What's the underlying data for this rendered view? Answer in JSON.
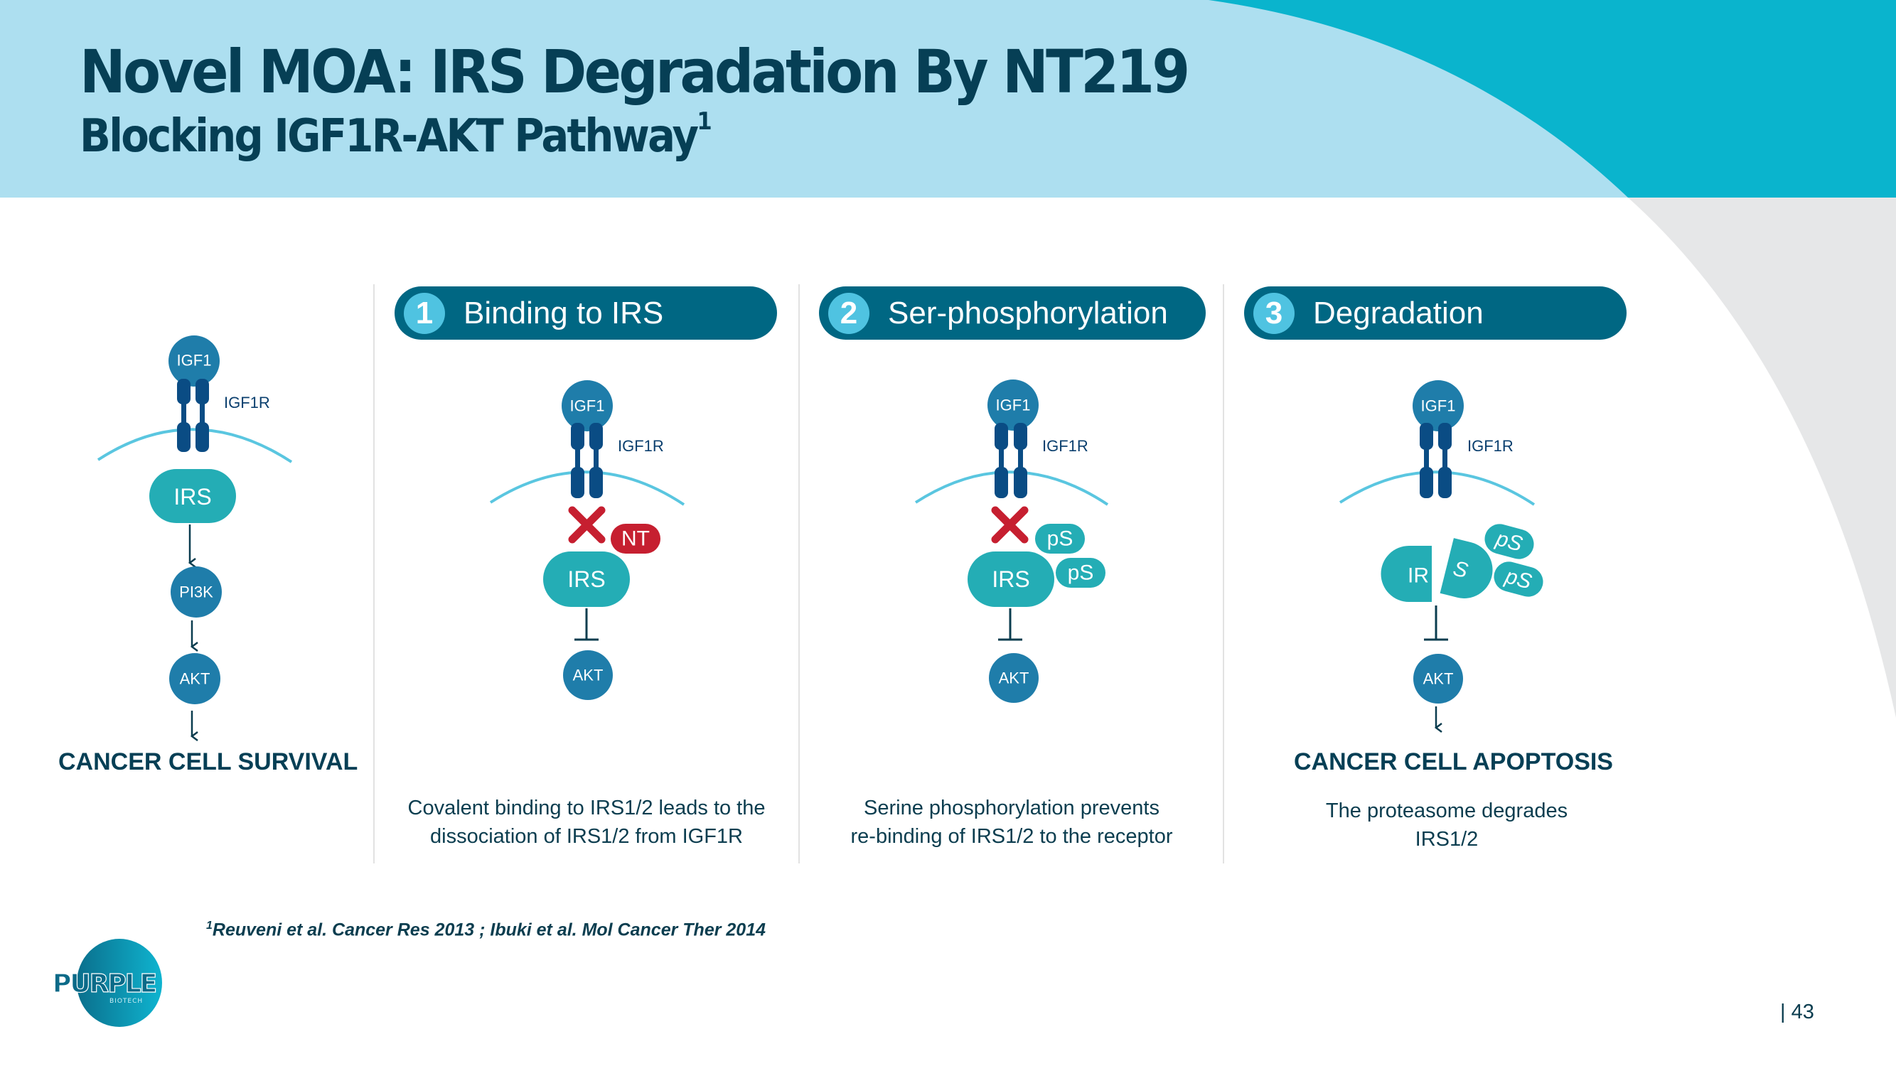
{
  "slide": {
    "title": "Novel MOA: IRS Degradation By NT219",
    "subtitle": "Blocking IGF1R-AKT Pathway",
    "subtitle_superscript": "1",
    "page_number": "| 43",
    "colors": {
      "header_light": "#addff0",
      "header_accent": "#0ab4cd",
      "side_gray": "#e6e7e8",
      "title_text": "#063f55",
      "pill_bg": "#006783",
      "pill_number_bg": "#4fc3e1",
      "receptor": "#0a4c84",
      "node_blue": "#1f7daa",
      "irs_teal": "#24adb5",
      "membrane": "#5ac6e0",
      "inhibit_red": "#c61f30"
    }
  },
  "baseline": {
    "nodes": {
      "ligand": "IGF1",
      "receptor": "IGF1R",
      "adaptor": "IRS",
      "kinase": "PI3K",
      "effector": "AKT"
    },
    "outcome": "CANCER CELL SURVIVAL"
  },
  "steps": [
    {
      "number": "1",
      "label": "Binding to IRS",
      "nodes": {
        "ligand": "IGF1",
        "receptor": "IGF1R",
        "adaptor": "IRS",
        "drug": "NT",
        "effector": "AKT"
      },
      "caption_lines": [
        "Covalent binding to IRS1/2 leads to the",
        "dissociation of IRS1/2 from IGF1R"
      ]
    },
    {
      "number": "2",
      "label": "Ser-phosphorylation",
      "nodes": {
        "ligand": "IGF1",
        "receptor": "IGF1R",
        "adaptor": "IRS",
        "phospho_1": "pS",
        "phospho_2": "pS",
        "effector": "AKT"
      },
      "caption_lines": [
        "Serine phosphorylation prevents",
        "re-binding of IRS1/2 to the receptor"
      ]
    },
    {
      "number": "3",
      "label": "Degradation",
      "nodes": {
        "ligand": "IGF1",
        "receptor": "IGF1R",
        "fragment_left": "IR",
        "fragment_right": "S",
        "phospho_1": "pS",
        "phospho_2": "pS",
        "effector": "AKT"
      },
      "outcome": "CANCER CELL APOPTOSIS",
      "caption_lines": [
        "The proteasome degrades",
        "IRS1/2"
      ]
    }
  ],
  "footnote": {
    "marker": "1",
    "text": "Reuveni et al. Cancer Res 2013 ; Ibuki et al. Mol Cancer Ther 2014"
  },
  "logo": {
    "brand": "PURPLE",
    "tagline": "BIOTECH"
  }
}
